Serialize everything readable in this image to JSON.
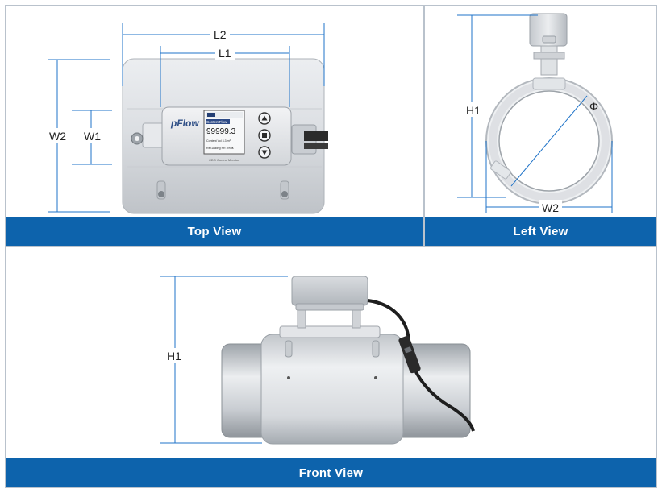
{
  "top_view": {
    "caption": "Top View",
    "dims": {
      "l2": "L2",
      "l1": "L1",
      "w2": "W2",
      "w1": "W1"
    },
    "display": {
      "brand": "pFlow",
      "header": "ContentFlow",
      "reading": "99999.3",
      "row1": "Content Vol  3.3 m³",
      "row2": "Ref.Dialing  PR 3%3€",
      "footer": "CDG Control Monitor"
    }
  },
  "left_view": {
    "caption": "Left View",
    "dims": {
      "h1": "H1",
      "w2": "W2",
      "phi": "Φ"
    }
  },
  "front_view": {
    "caption": "Front View",
    "dims": {
      "h1": "H1"
    }
  },
  "colors": {
    "banner": "#0d63ac",
    "dim_line": "#1f73c8",
    "body": "#d6d9dd"
  }
}
